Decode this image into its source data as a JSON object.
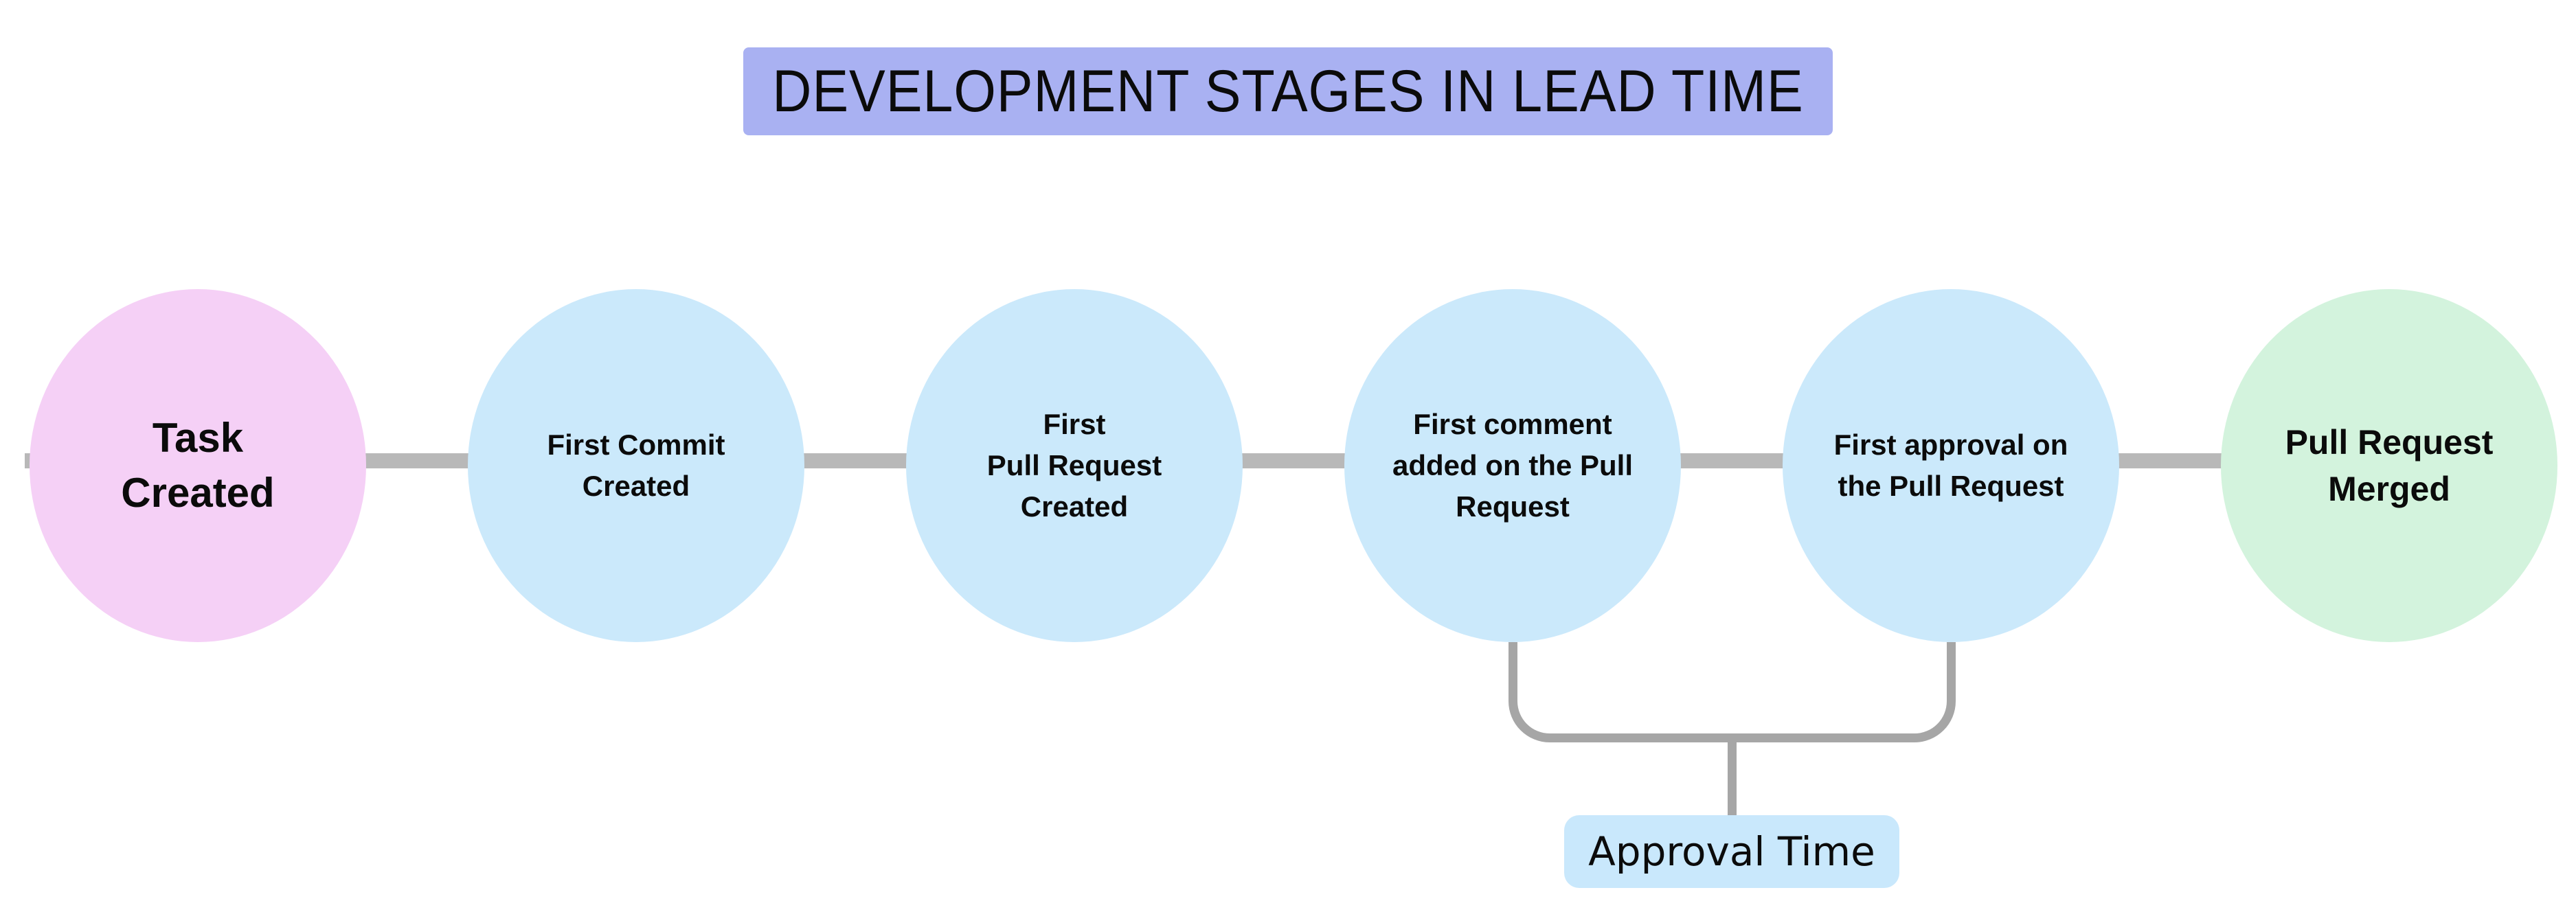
{
  "page": {
    "background_color": "#ffffff"
  },
  "title": {
    "text": "DEVELOPMENT STAGES IN LEAD TIME",
    "bg_color": "#a9b1f2",
    "text_color": "#0b0b0b"
  },
  "stages": [
    {
      "label": "Task\nCreated",
      "fill": "#f5d0f6"
    },
    {
      "label": "First Commit\nCreated",
      "fill": "#cbe9fb"
    },
    {
      "label": "First\nPull Request\nCreated",
      "fill": "#cbe9fb"
    },
    {
      "label": "First comment\nadded on the Pull\nRequest",
      "fill": "#cbe9fb"
    },
    {
      "label": "First approval on\nthe Pull Request",
      "fill": "#cbe9fb"
    },
    {
      "label": "Pull Request\nMerged",
      "fill": "#d3f3dd"
    }
  ],
  "bracket": {
    "label": "Approval Time",
    "box_fill": "#c9e8fc",
    "line_color": "#a6a6a6",
    "spans_stage_indexes": [
      3,
      4
    ]
  },
  "connector": {
    "color": "#b8b8b8"
  }
}
